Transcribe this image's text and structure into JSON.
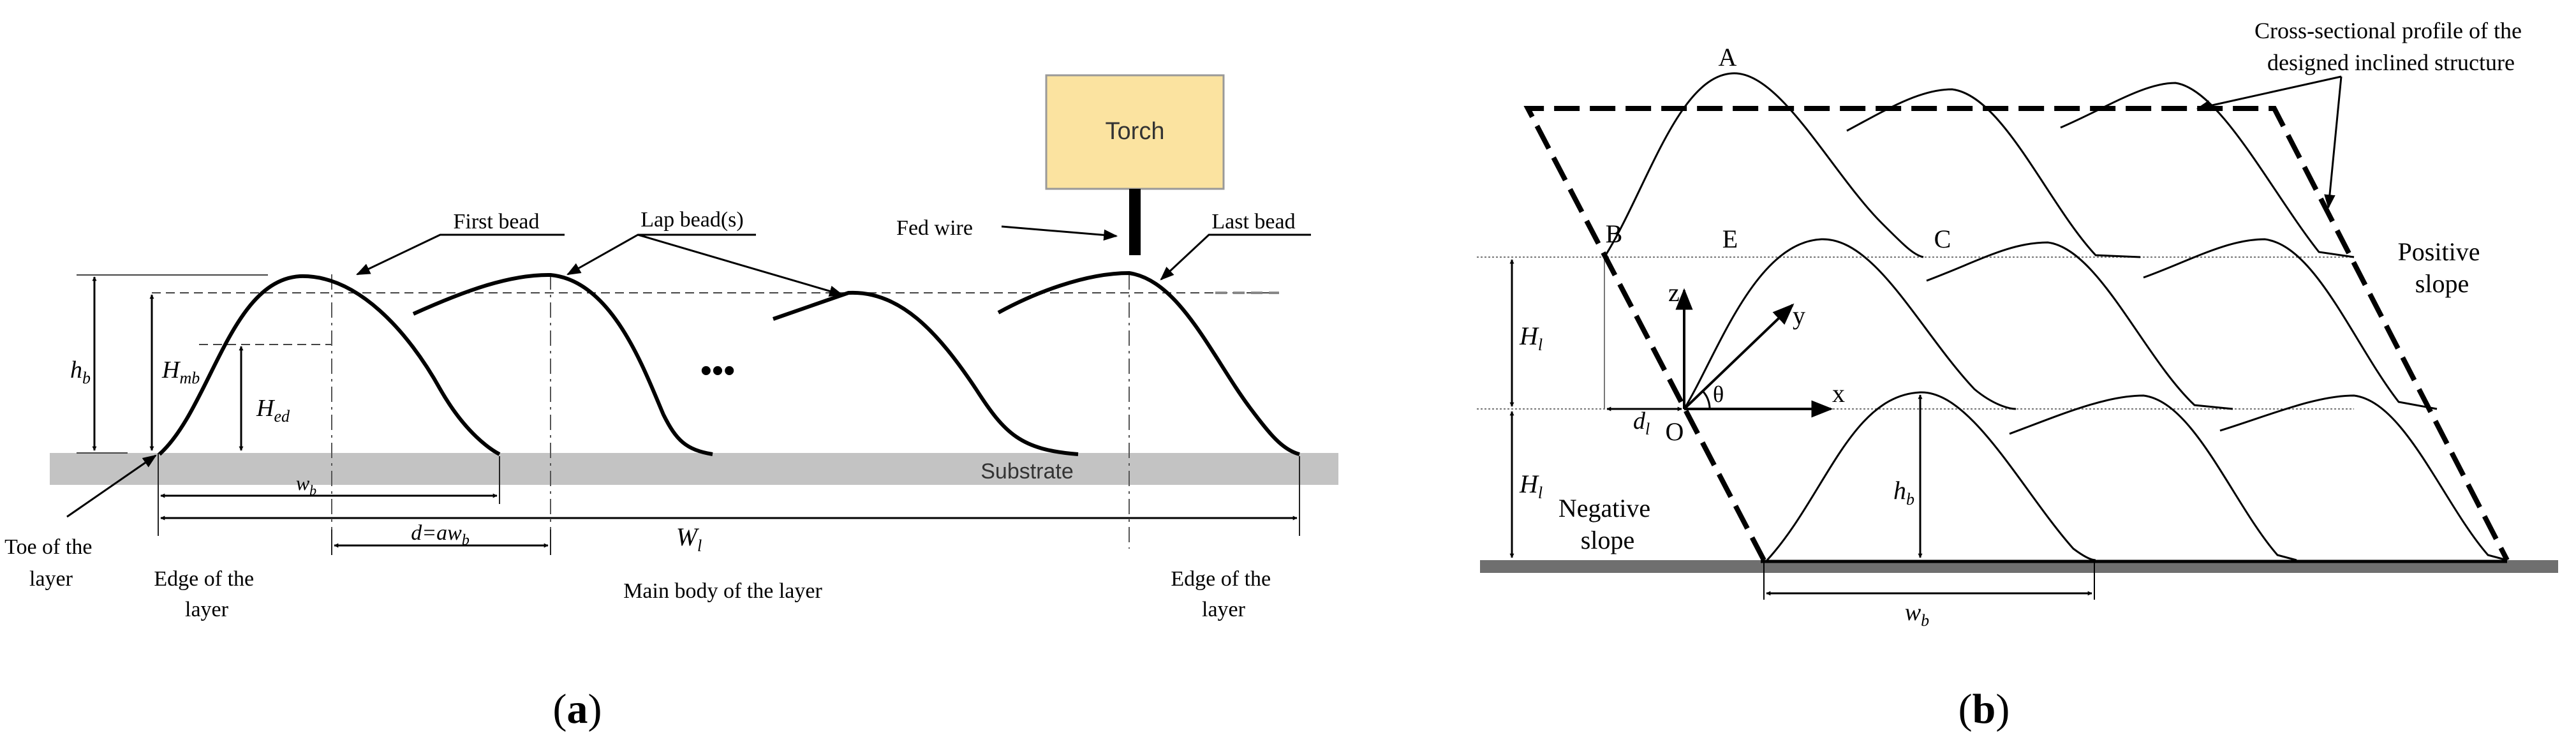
{
  "panel_a": {
    "caption": "(a)",
    "caption_letter": "a",
    "torch": "Torch",
    "fed_wire": "Fed wire",
    "first_bead": "First bead",
    "lap_beads": "Lap bead(s)",
    "last_bead": "Last bead",
    "substrate": "Substrate",
    "ellipsis": "•••",
    "h_b": "h",
    "h_b_sub": "b",
    "H_mb": "H",
    "H_mb_sub": "mb",
    "H_ed": "H",
    "H_ed_sub": "ed",
    "w_b": "w",
    "w_b_sub": "b",
    "d": "d=aw",
    "d_sub": "b",
    "W_l": "W",
    "W_l_sub": "l",
    "toe_line1": "Toe of the",
    "toe_line2": "layer",
    "edge_left_line1": "Edge of the",
    "edge_left_line2": "layer",
    "main_body": "Main body of the layer",
    "edge_right_line1": "Edge of the",
    "edge_right_line2": "layer"
  },
  "panel_b": {
    "caption": "(b)",
    "caption_letter": "b",
    "cross_line1": "Cross-sectional profile of the",
    "cross_line2": "designed inclined structure",
    "A": "A",
    "B": "B",
    "C": "C",
    "E": "E",
    "O": "O",
    "x": "x",
    "y": "y",
    "z": "z",
    "theta": "θ",
    "positive_line1": "Positive",
    "positive_line2": "slope",
    "negative_line1": "Negative",
    "negative_line2": "slope",
    "H_l_top": "H",
    "H_l_top_sub": "l",
    "H_l_bottom": "H",
    "H_l_bottom_sub": "l",
    "d_l": "d",
    "d_l_sub": "l",
    "h_b": "h",
    "h_b_sub": "b",
    "w_b": "w",
    "w_b_sub": "b"
  }
}
